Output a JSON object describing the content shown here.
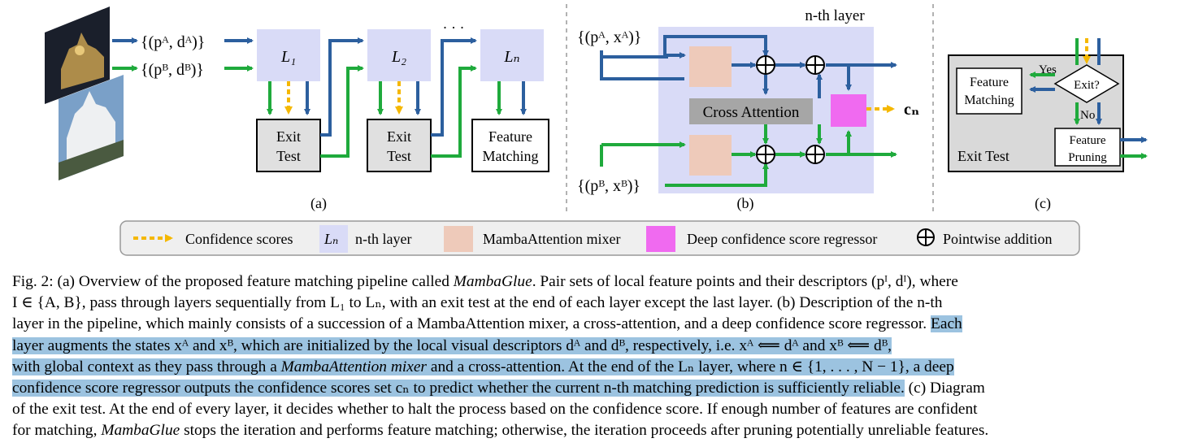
{
  "panels": {
    "a": {
      "input_top": "{(pᴬ, dᴬ)}",
      "input_bottom": "{(pᴮ, dᴮ)}",
      "layer1": "L₁",
      "layer2": "L₂",
      "layerN": "Lₙ",
      "dots": "· · ·",
      "exit1_line1": "Exit",
      "exit1_line2": "Test",
      "exit2_line1": "Exit",
      "exit2_line2": "Test",
      "fm_line1": "Feature",
      "fm_line2": "Matching",
      "label": "(a)"
    },
    "b": {
      "title": "n-th layer",
      "input_top": "{(pᴬ, xᴬ)}",
      "input_bottom": "{(pᴮ, xᴮ)}",
      "cross_attention": "Cross Attention",
      "output": "cₙ",
      "label": "(b)"
    },
    "c": {
      "feature_matching_line1": "Feature",
      "feature_matching_line2": "Matching",
      "yes": "Yes",
      "no": "No",
      "exit": "Exit?",
      "pruning_line1": "Feature",
      "pruning_line2": "Pruning",
      "exit_test": "Exit Test",
      "label": "(c)"
    }
  },
  "legend": {
    "confidence": "Confidence scores",
    "ln_symbol": "Lₙ",
    "nth_layer": "n-th layer",
    "mamba": "MambaAttention mixer",
    "deep": "Deep confidence score regressor",
    "pointwise": "Pointwise addition"
  },
  "colors": {
    "blue": "#2c5f9e",
    "green": "#1faa3c",
    "orange": "#f5b800",
    "layer_bg": "#d9dbf7",
    "mamba": "#eecaba",
    "deep": "#f06af0",
    "cross": "#a6a6a6",
    "highlight": "#9cc3e0"
  },
  "caption": {
    "l1": "Fig. 2:  (a) Overview of the proposed feature matching pipeline called ",
    "l1_it": "MambaGlue",
    "l1_b": ". Pair sets of local feature points and their descriptors (pᴵ, dᴵ), where",
    "l2": "I ∈ {A, B}, pass through layers sequentially from L₁ to Lₙ, with an exit test at the end of each layer except the last layer. (b) Description of the n-th",
    "l3": "layer in the pipeline, which mainly consists of a succession of a MambaAttention mixer, a cross-attention, and a deep confidence score regressor. ",
    "l3_hl": "Each",
    "l4_hl": "layer augments the states xᴬ and xᴮ, which are initialized by the local visual descriptors dᴬ and dᴮ, respectively, i.e. xᴬ ⟸ dᴬ and xᴮ ⟸ dᴮ,",
    "l5_hl_a": "with global context as they pass through a ",
    "l5_hl_it": "MambaAttention mixer",
    "l5_hl_b": " and a cross-attention. At the end of the Lₙ layer, where n ∈ {1, . . . , N − 1}, a deep",
    "l6_hl": "confidence score regressor outputs the confidence scores set cₙ to predict whether the current n-th matching prediction is sufficiently reliable.",
    "l6_b": " (c) Diagram",
    "l7": "of the exit test. At the end of every layer, it decides whether to halt the process based on the confidence score. If enough number of features are confident",
    "l8": "for matching, ",
    "l8_it": "MambaGlue",
    "l8_b": " stops the iteration and performs feature matching; otherwise, the iteration proceeds after pruning potentially unreliable features."
  }
}
